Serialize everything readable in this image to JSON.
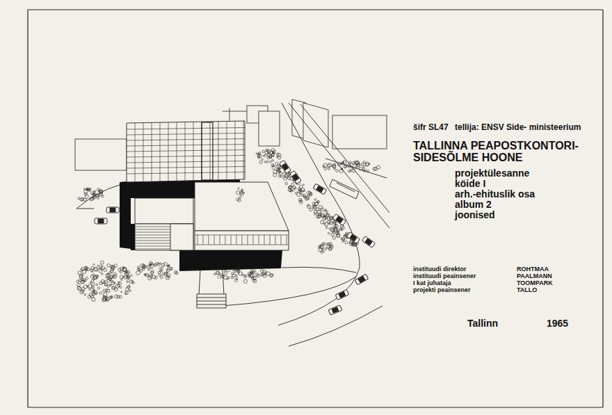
{
  "diagram": {
    "title": "TALLINNA PEAPOSTKONTORI- SIDESÕLME HOONE",
    "labels": [
      "šifr SL47",
      "tellija: ENSV Side- ministeerium",
      "projektülesanne",
      "köide I",
      "arh.-ehituslik osa",
      "album 2",
      "joonised",
      "instituudi direktor",
      "ROHTMAA",
      "instituudi peainsener",
      "PAALMANN",
      "I kat juhataja",
      "TOOMPARK",
      "projekti peainsener",
      "TALLO",
      "Tallinn",
      "1965"
    ]
  }
}
